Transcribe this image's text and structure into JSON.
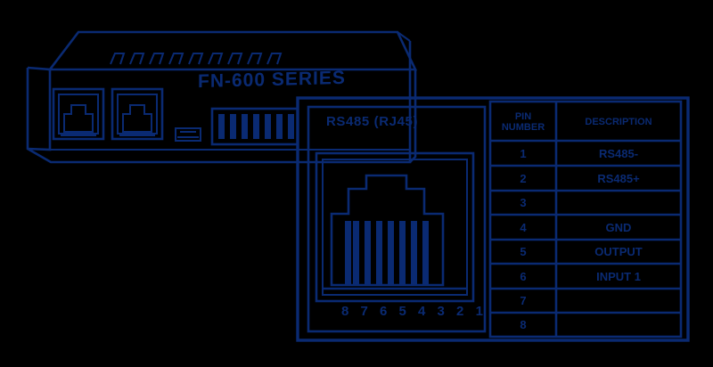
{
  "diagram": {
    "title": "FN-600 Series device front panel and RJ-45 pinout reference",
    "line_color": "#0a2a72",
    "background_color": "#000000"
  },
  "device": {
    "model_label": "FN-600 SERIES",
    "ports": [
      {
        "name": "rj45-port-1",
        "type": "RJ45"
      },
      {
        "name": "rj45-port-2",
        "type": "RJ45"
      },
      {
        "name": "usb-mini-port",
        "type": "USB"
      },
      {
        "name": "terminal-block",
        "type": "TERMINAL",
        "slots": 7
      }
    ],
    "vent_slot_count": 9
  },
  "connector_panel": {
    "title": "RS485 (RJ45)",
    "pin_order_label": "8 7 6 5 4 3 2 1",
    "contact_count": 8
  },
  "pinout_table": {
    "headers": {
      "pin": "PIN NUMBER",
      "pin_line1": "PIN",
      "pin_line2": "NUMBER",
      "description": "DESCRIPTION"
    },
    "rows": [
      {
        "pin": "1",
        "description": "RS485-"
      },
      {
        "pin": "2",
        "description": "RS485+"
      },
      {
        "pin": "3",
        "description": ""
      },
      {
        "pin": "4",
        "description": "GND"
      },
      {
        "pin": "5",
        "description": "OUTPUT"
      },
      {
        "pin": "6",
        "description": "INPUT 1"
      },
      {
        "pin": "7",
        "description": ""
      },
      {
        "pin": "8",
        "description": ""
      }
    ]
  }
}
